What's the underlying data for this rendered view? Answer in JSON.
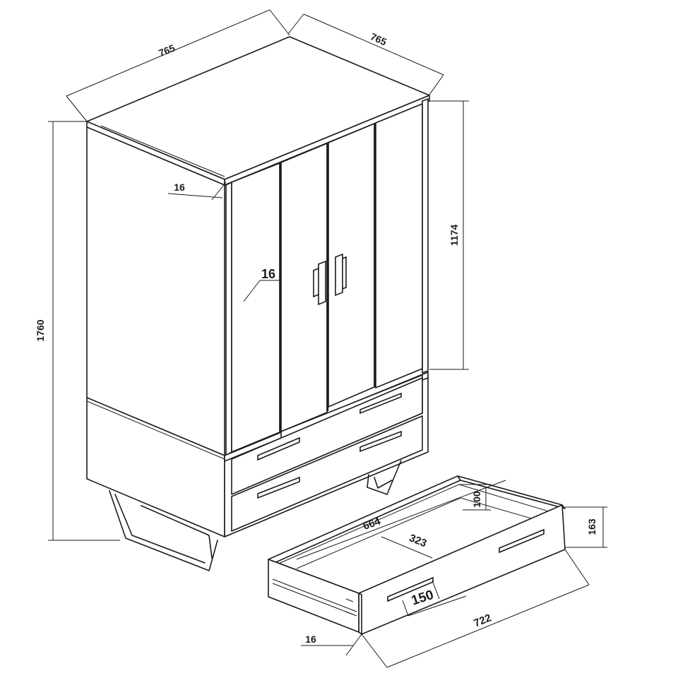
{
  "diagram": {
    "dimensions": {
      "top_width_left": "765",
      "top_depth_right": "765",
      "total_height": "1760",
      "door_height": "1174",
      "side_thickness": "16",
      "door_thickness": "16",
      "drawer_height_outer": "163",
      "drawer_height_inner": "100",
      "drawer_inner_depth": "664",
      "drawer_inner_width": "323",
      "handle_length": "150",
      "drawer_width": "722",
      "drawer_front_thickness": "16"
    }
  }
}
